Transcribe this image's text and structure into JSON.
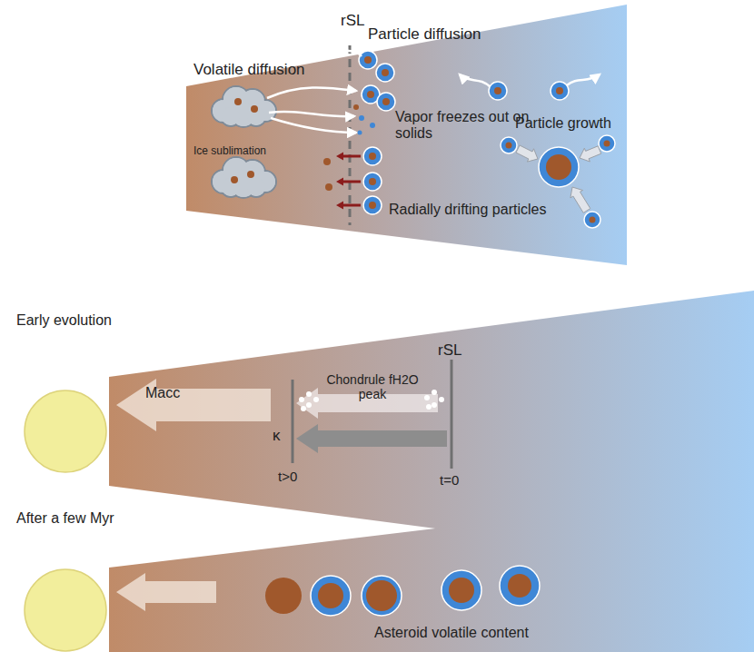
{
  "diagram": {
    "nodes": [
      {
        "text": [
          "rSL",
          "Particle diffusion",
          "Volatile diffusion",
          "Vapor freezes out on solids",
          "Particle growth",
          "Ice sublimation",
          "Radially drifting particles"
        ]
      },
      {
        "text": [
          "Macc",
          "κ",
          "Chondrule fH2O peak",
          "t>0",
          "t=0",
          "rSL"
        ]
      },
      {
        "text": [
          "Asteroid volatile content"
        ]
      }
    ],
    "labels": [
      "Early evolution",
      "After a few Myr"
    ]
  }
}
